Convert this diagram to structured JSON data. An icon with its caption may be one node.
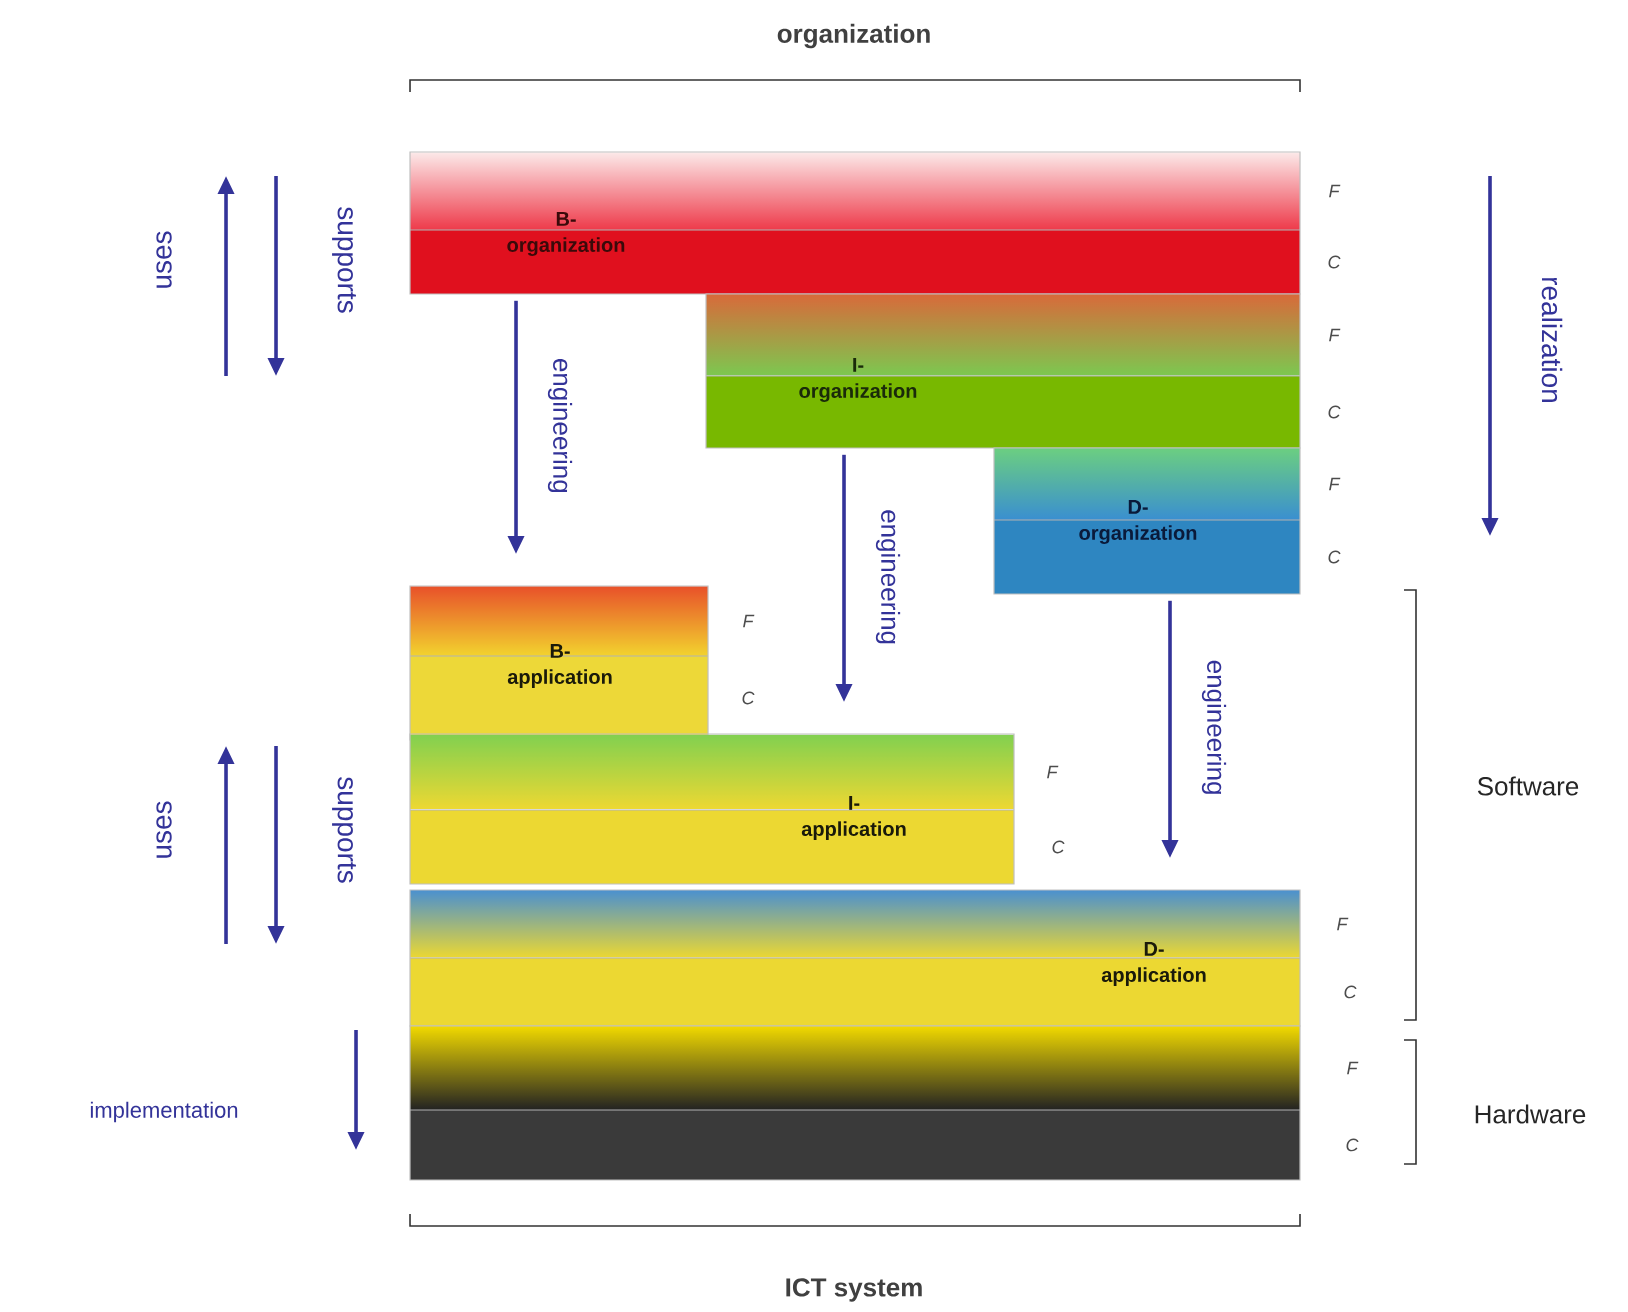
{
  "diagram": {
    "nodes": [
      {
        "text": [
          "B- organization"
        ],
        "beside": [
          "F",
          "C"
        ]
      },
      {
        "text": [
          "I- organization"
        ],
        "beside": [
          "F",
          "C"
        ]
      },
      {
        "text": [
          "D- organization"
        ],
        "beside": [
          "F",
          "C"
        ]
      },
      {
        "text": [
          "B- application"
        ],
        "beside": [
          "F",
          "C"
        ]
      },
      {
        "text": [
          "I- application"
        ],
        "beside": [
          "F",
          "C"
        ]
      },
      {
        "text": [
          "D- application"
        ],
        "beside": [
          "F",
          "C"
        ]
      },
      {
        "text": [],
        "shape": "box",
        "beside": [
          "F",
          "C"
        ]
      }
    ],
    "edges": [
      {
        "from": 0,
        "to": 3,
        "arrow": "to",
        "label": "engineering"
      },
      {
        "from": 1,
        "to": 4,
        "arrow": "to",
        "label": "engineering"
      },
      {
        "from": 2,
        "to": 5,
        "arrow": "to",
        "label": "engineering"
      }
    ],
    "labels": [
      "organization",
      "uses",
      "supports",
      "realization",
      "uses",
      "supports",
      "Software",
      "implementation",
      "Hardware",
      "ICT system"
    ]
  }
}
